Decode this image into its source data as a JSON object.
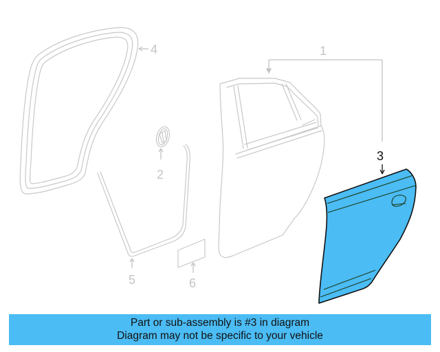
{
  "diagram": {
    "title": "Rear door assembly parts diagram",
    "highlight_color": "#4bbcf4",
    "callouts": [
      {
        "number": "1",
        "part": "door-assembly",
        "highlighted": false
      },
      {
        "number": "2",
        "part": "lock-cylinder",
        "highlighted": false
      },
      {
        "number": "3",
        "part": "outer-door-panel",
        "highlighted": true
      },
      {
        "number": "4",
        "part": "door-weatherstrip",
        "highlighted": false
      },
      {
        "number": "5",
        "part": "lower-weatherstrip",
        "highlighted": false
      },
      {
        "number": "6",
        "part": "label",
        "highlighted": false
      }
    ]
  },
  "banner": {
    "line1": "Part or sub-assembly is #3 in diagram",
    "line2": "Diagram may not be specific to your vehicle"
  }
}
